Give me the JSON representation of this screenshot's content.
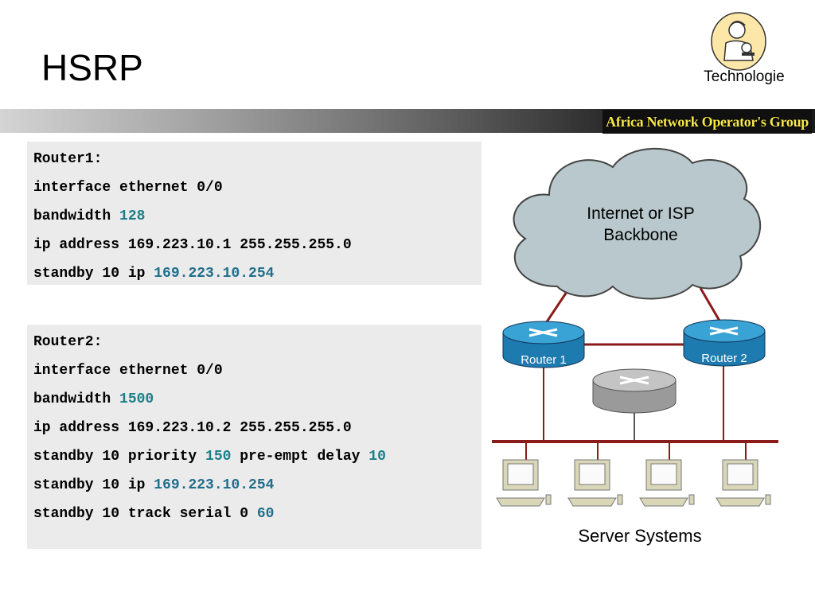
{
  "slide": {
    "title": "HSRP",
    "logo_caption": "Technologie",
    "banner_text": "Africa Network Operator's Group"
  },
  "router1": {
    "lines": [
      {
        "text": "Router1:",
        "value": ""
      },
      {
        "text": "interface ethernet 0/0",
        "value": ""
      },
      {
        "text": "bandwidth ",
        "value": "128"
      },
      {
        "text": "ip address 169.223.10.1 255.255.255.0",
        "value": ""
      },
      {
        "text": "standby 10 ip ",
        "value": "169.223.10.254"
      }
    ]
  },
  "router2": {
    "lines": [
      {
        "text": "Router2:",
        "value": ""
      },
      {
        "text": "interface ethernet 0/0",
        "value": ""
      },
      {
        "text": "bandwidth ",
        "value": "1500"
      },
      {
        "text": "ip address 169.223.10.2 255.255.255.0",
        "value": ""
      },
      {
        "text": "standby 10 priority ",
        "value": "150",
        "text2": " pre-empt delay ",
        "value2": "10"
      },
      {
        "text": "standby 10 ip ",
        "value": "169.223.10.254"
      },
      {
        "text": "standby 10 track serial 0 ",
        "value": "60"
      }
    ]
  },
  "diagram": {
    "cloud_label_line1": "Internet or ISP",
    "cloud_label_line2": "Backbone",
    "router1_label": "Router 1",
    "router2_label": "Router 2",
    "servers_label": "Server Systems",
    "colors": {
      "link": "#8b1a1a",
      "cloud_fill": "#b8c8cc",
      "router_blue": "#2a8fc4",
      "router_gray": "#a8a8a8",
      "server_beige": "#d9d7b8"
    }
  }
}
